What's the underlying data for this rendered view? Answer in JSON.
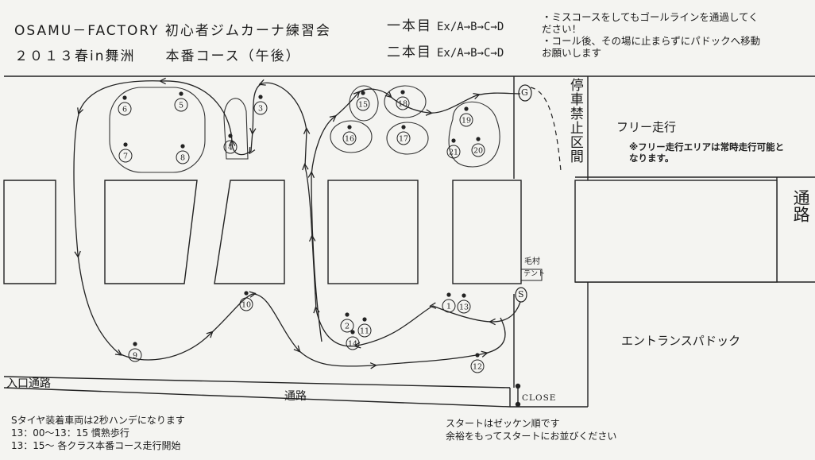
{
  "header": {
    "title": "OSAMU－FACTORY 初心者ジムカーナ練習会",
    "subtitle": "２０１３春in舞洲　　本番コース（午後）",
    "run1_label": "一本目",
    "run1_order": "Ex/A→B→C→D",
    "run2_label": "二本目",
    "run2_order": "Ex/A→B→C→D",
    "note_line1": "・ミスコースをしてもゴールラインを通過してく",
    "note_line2": "ださい！",
    "note_line3": "・コール後、その場に止まらずにパドックへ移動",
    "note_line4": "お願いします"
  },
  "map": {
    "free_run_title": "フリー走行",
    "free_run_note1": "※フリー走行エリアは常時走行可能と",
    "free_run_note2": "なります。",
    "no_parking_zone": "停車禁止区間",
    "entrance_paddock": "エントランスパドック",
    "entry_road": "入口通路",
    "road": "通路",
    "road_right": "通路",
    "close_label": "CLOSE",
    "start_marker": "S",
    "goal_marker": "G",
    "timer_label_line1": "毛村",
    "timer_label_line2": "テント",
    "cones": [
      "1",
      "2",
      "3",
      "4",
      "5",
      "6",
      "7",
      "8",
      "9",
      "10",
      "11",
      "12",
      "13",
      "14",
      "15",
      "16",
      "17",
      "18",
      "19",
      "20",
      "21"
    ]
  },
  "footer": {
    "line1": "Sタイヤ装着車両は2秒ハンデになります",
    "line2": "13：00～13：15 慣熟歩行",
    "line3": "13：15～ 各クラス本番コース走行開始",
    "line4": "スタートはゼッケン順です",
    "line5": "余裕をもってスタートにお並びください"
  }
}
